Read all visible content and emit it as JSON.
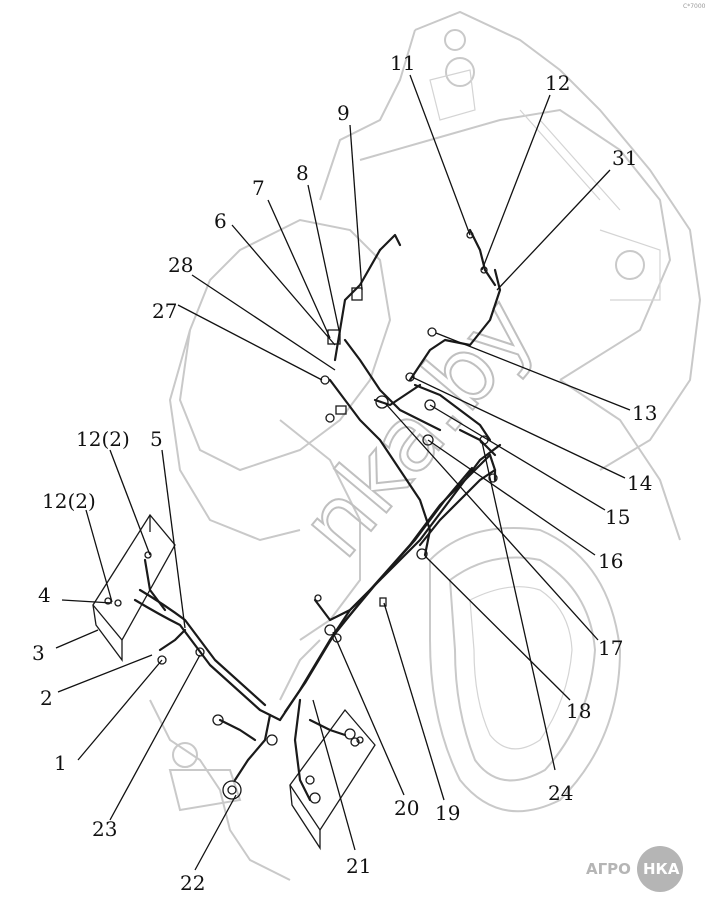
{
  "diagram": {
    "callouts": [
      "11",
      "12",
      "31",
      "9",
      "8",
      "7",
      "6",
      "28",
      "27",
      "13",
      "14",
      "15",
      "16",
      "17",
      "18",
      "24",
      "19",
      "20",
      "21",
      "22",
      "23",
      "1",
      "2",
      "3",
      "4",
      "12(2)",
      "12(2)",
      "5"
    ],
    "watermark": "nka.by",
    "logo": {
      "left": "АГРО",
      "right": "НКА"
    },
    "corner_mark": "C*7000"
  }
}
